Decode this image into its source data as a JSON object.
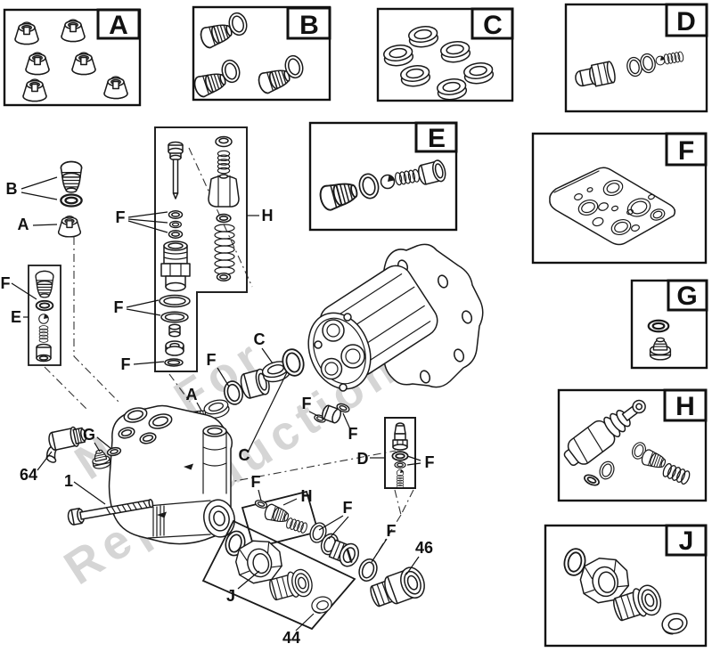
{
  "page": {
    "background": "#ffffff",
    "line_color": "#1a1a1a"
  },
  "watermark": {
    "line1": "Not For",
    "line2": "Reproduction",
    "color": "#d5d5d5"
  },
  "kit_boxes": {
    "a": {
      "label": "A"
    },
    "b": {
      "label": "B"
    },
    "c": {
      "label": "C"
    },
    "d": {
      "label": "D"
    },
    "e": {
      "label": "E"
    },
    "f": {
      "label": "F"
    },
    "g": {
      "label": "G"
    },
    "h": {
      "label": "H"
    },
    "j": {
      "label": "J"
    }
  },
  "callouts": {
    "a": "A",
    "b": "B",
    "c": "C",
    "d": "D",
    "e": "E",
    "f": "F",
    "g": "G",
    "h": "H",
    "j": "J",
    "num_64": "64",
    "num_1": "1",
    "num_46": "46",
    "num_44": "44"
  }
}
